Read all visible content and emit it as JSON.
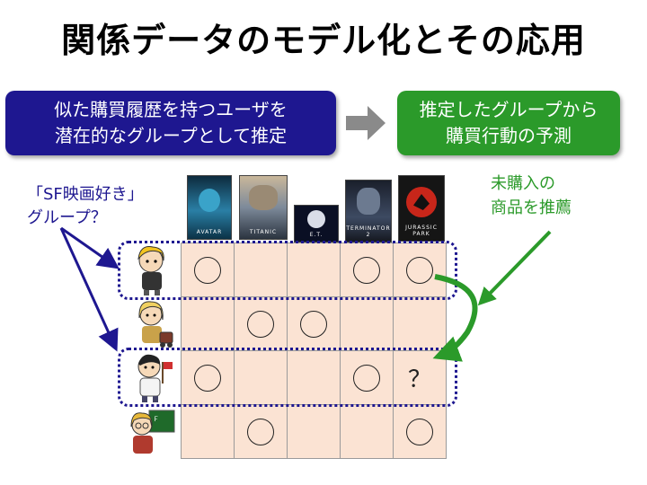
{
  "title": "関係データのモデル化とその応用",
  "left_box": {
    "line1": "似た購買履歴を持つユーザを",
    "line2": "潜在的なグループとして推定"
  },
  "right_box": {
    "line1": "推定したグループから",
    "line2": "購買行動の予測"
  },
  "group_label": {
    "line1": "「SF映画好き」",
    "line2": "グループ？"
  },
  "recommend_label": {
    "line1": "未購入の",
    "line2": "商品を推薦"
  },
  "posters": [
    {
      "label": "AVATAR",
      "color": "#1d4f6b"
    },
    {
      "label": "TITANIC",
      "color": "#5a6f86"
    },
    {
      "label": "E.T.",
      "color": "#0e1430"
    },
    {
      "label": "TERMINATOR 2",
      "color": "#2f3a4f"
    },
    {
      "label": "JURASSIC PARK",
      "color": "#1a1a1a"
    }
  ],
  "matrix": [
    [
      "○",
      "",
      "",
      "○",
      "○"
    ],
    [
      "",
      "○",
      "○",
      "",
      ""
    ],
    [
      "○",
      "",
      "",
      "○",
      "？"
    ],
    [
      "",
      "○",
      "",
      "",
      "○"
    ]
  ],
  "colors": {
    "group_blue": "#1e1790",
    "predict_green": "#2b9a2a",
    "cell_fill": "#fbe3d3"
  }
}
